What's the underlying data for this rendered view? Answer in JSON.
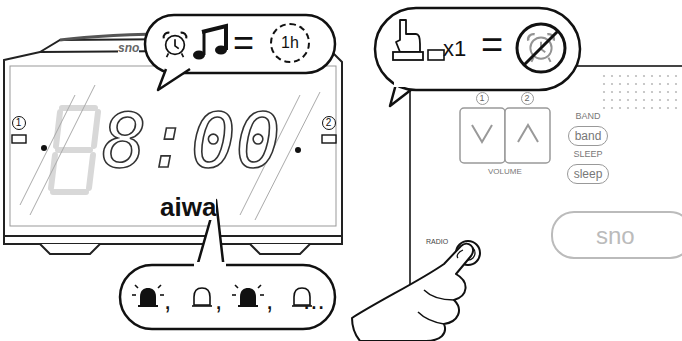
{
  "diagram": {
    "nodes": [
      {
        "text": [
          "="
        ]
      },
      {
        "text": [
          "1h"
        ],
        "in": 0
      },
      {
        "text": [
          "x1",
          "="
        ]
      },
      {
        "text": [
          "1"
        ]
      },
      {
        "text": [
          "2"
        ]
      },
      {
        "text": [
          "1"
        ]
      },
      {
        "text": [
          "2"
        ]
      },
      {
        "text": [
          "BAND",
          "band"
        ]
      },
      {
        "text": [
          "SLEEP",
          "sleep"
        ]
      },
      {
        "text": [
          ",",
          ",",
          ",",
          "..."
        ]
      }
    ],
    "labels": [
      "sno",
      "8:00",
      "aiwa",
      "VOLUME",
      "RADIO",
      "sno"
    ]
  }
}
